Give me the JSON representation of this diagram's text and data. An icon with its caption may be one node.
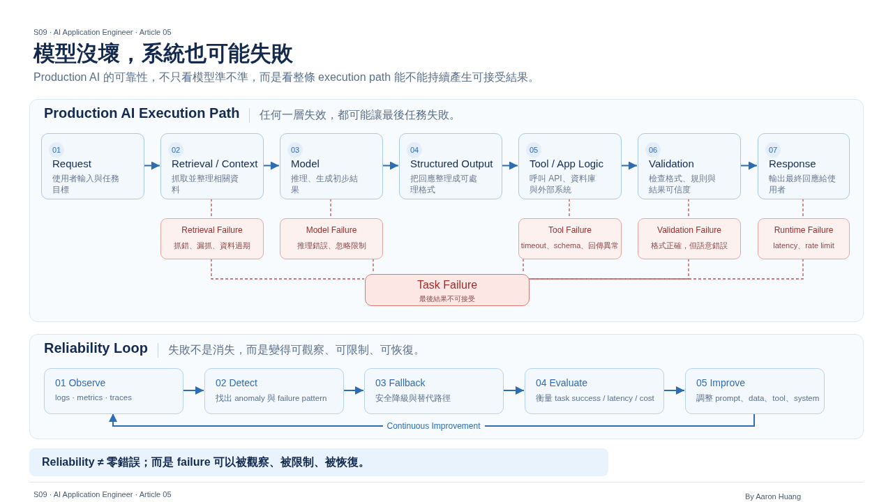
{
  "diagram": {
    "title": "模型沒壞，系統也可能失敗",
    "nodes": [
      {
        "text": [
          "Production AI Execution Path",
          "任何一層失效，都可能讓最後任務失敗。"
        ]
      },
      {
        "text": [
          "01",
          "Request",
          "使用者輸入與任務目標"
        ],
        "in": 0
      },
      {
        "text": [
          "02",
          "Retrieval / Context",
          "抓取並整理相關資料"
        ],
        "in": 0
      },
      {
        "text": [
          "03",
          "Model",
          "推理、生成初步結果"
        ],
        "in": 0
      },
      {
        "text": [
          "04",
          "Structured Output",
          "把回應整理成可處理格式"
        ],
        "in": 0
      },
      {
        "text": [
          "05",
          "Tool / App Logic",
          "呼叫 API、資料庫與外部系統"
        ],
        "in": 0
      },
      {
        "text": [
          "06",
          "Validation",
          "檢查格式、規則與結果可信度"
        ],
        "in": 0
      },
      {
        "text": [
          "07",
          "Response",
          "輸出最終回應給使用者"
        ],
        "in": 0
      },
      {
        "text": [
          "Retrieval Failure",
          "抓錯、漏抓、資料過期"
        ],
        "in": 0
      },
      {
        "text": [
          "Model Failure",
          "推理錯誤、忽略限制"
        ],
        "in": 0
      },
      {
        "text": [
          "Tool Failure",
          "timeout、schema、回傳異常"
        ],
        "in": 0
      },
      {
        "text": [
          "Validation Failure",
          "格式正確，但語意錯誤"
        ],
        "in": 0
      },
      {
        "text": [
          "Runtime Failure",
          "latency、rate limit"
        ],
        "in": 0
      },
      {
        "text": [
          "Task Failure",
          "最後結果不可接受"
        ],
        "in": 0
      },
      {
        "text": [
          "Reliability Loop",
          "失敗不是消失，而是變得可觀察、可限制、可恢復。"
        ]
      },
      {
        "text": [
          "01 Observe",
          "logs · metrics · traces"
        ],
        "in": 14
      },
      {
        "text": [
          "02 Detect",
          "找出 anomaly 與 failure pattern"
        ],
        "in": 14
      },
      {
        "text": [
          "03 Fallback",
          "安全降級與替代路徑"
        ],
        "in": 14
      },
      {
        "text": [
          "04 Evaluate",
          "衡量 task success / latency / cost"
        ],
        "in": 14
      },
      {
        "text": [
          "05 Improve",
          "調整 prompt、data、tool、system"
        ],
        "in": 14
      },
      {
        "text": [
          "Reliability ≠ 零錯誤；而是 failure 可以被觀察、被限制、被恢復。"
        ]
      }
    ],
    "edges": [
      {
        "from": 1,
        "to": 2,
        "arrow": "to"
      },
      {
        "from": 2,
        "to": 3,
        "arrow": "to"
      },
      {
        "from": 3,
        "to": 4,
        "arrow": "to"
      },
      {
        "from": 4,
        "to": 5,
        "arrow": "to"
      },
      {
        "from": 5,
        "to": 6,
        "arrow": "to"
      },
      {
        "from": 6,
        "to": 7,
        "arrow": "to"
      },
      {
        "from": 2,
        "to": 8,
        "arrow": "none",
        "style": "dashed",
        "color": "#c0504d"
      },
      {
        "from": 3,
        "to": 9,
        "arrow": "none",
        "style": "dashed",
        "color": "#c0504d"
      },
      {
        "from": 5,
        "to": 10,
        "arrow": "none",
        "style": "dashed",
        "color": "#c0504d"
      },
      {
        "from": 6,
        "to": 11,
        "arrow": "none",
        "style": "dashed",
        "color": "#c0504d"
      },
      {
        "from": 7,
        "to": 12,
        "arrow": "none",
        "style": "dashed",
        "color": "#c0504d"
      },
      {
        "from": 8,
        "to": 13,
        "arrow": "none",
        "style": "dashed",
        "color": "#c0504d"
      },
      {
        "from": 9,
        "to": 13,
        "arrow": "none",
        "style": "dashed",
        "color": "#c0504d"
      },
      {
        "from": 10,
        "to": 13,
        "arrow": "none",
        "style": "dashed",
        "color": "#c0504d"
      },
      {
        "from": 11,
        "to": 13,
        "arrow": "none",
        "style": "dashed",
        "color": "#c0504d"
      },
      {
        "from": 12,
        "to": 13,
        "arrow": "none",
        "style": "dashed",
        "color": "#c0504d"
      },
      {
        "from": 15,
        "to": 16,
        "arrow": "to"
      },
      {
        "from": 16,
        "to": 17,
        "arrow": "to"
      },
      {
        "from": 17,
        "to": 18,
        "arrow": "to"
      },
      {
        "from": 18,
        "to": 19,
        "arrow": "to"
      },
      {
        "from": 19,
        "to": 15,
        "arrow": "to",
        "label": "Continuous Improvement"
      }
    ],
    "labels": [
      "S09 · AI Application Engineer · Article 05",
      "Production AI 的可靠性，不只看模型準不準，而是看整條 execution path 能不能持續產生可接受結果。",
      "S09 · AI Application Engineer · Article 05",
      "By Aaron Huang"
    ]
  }
}
